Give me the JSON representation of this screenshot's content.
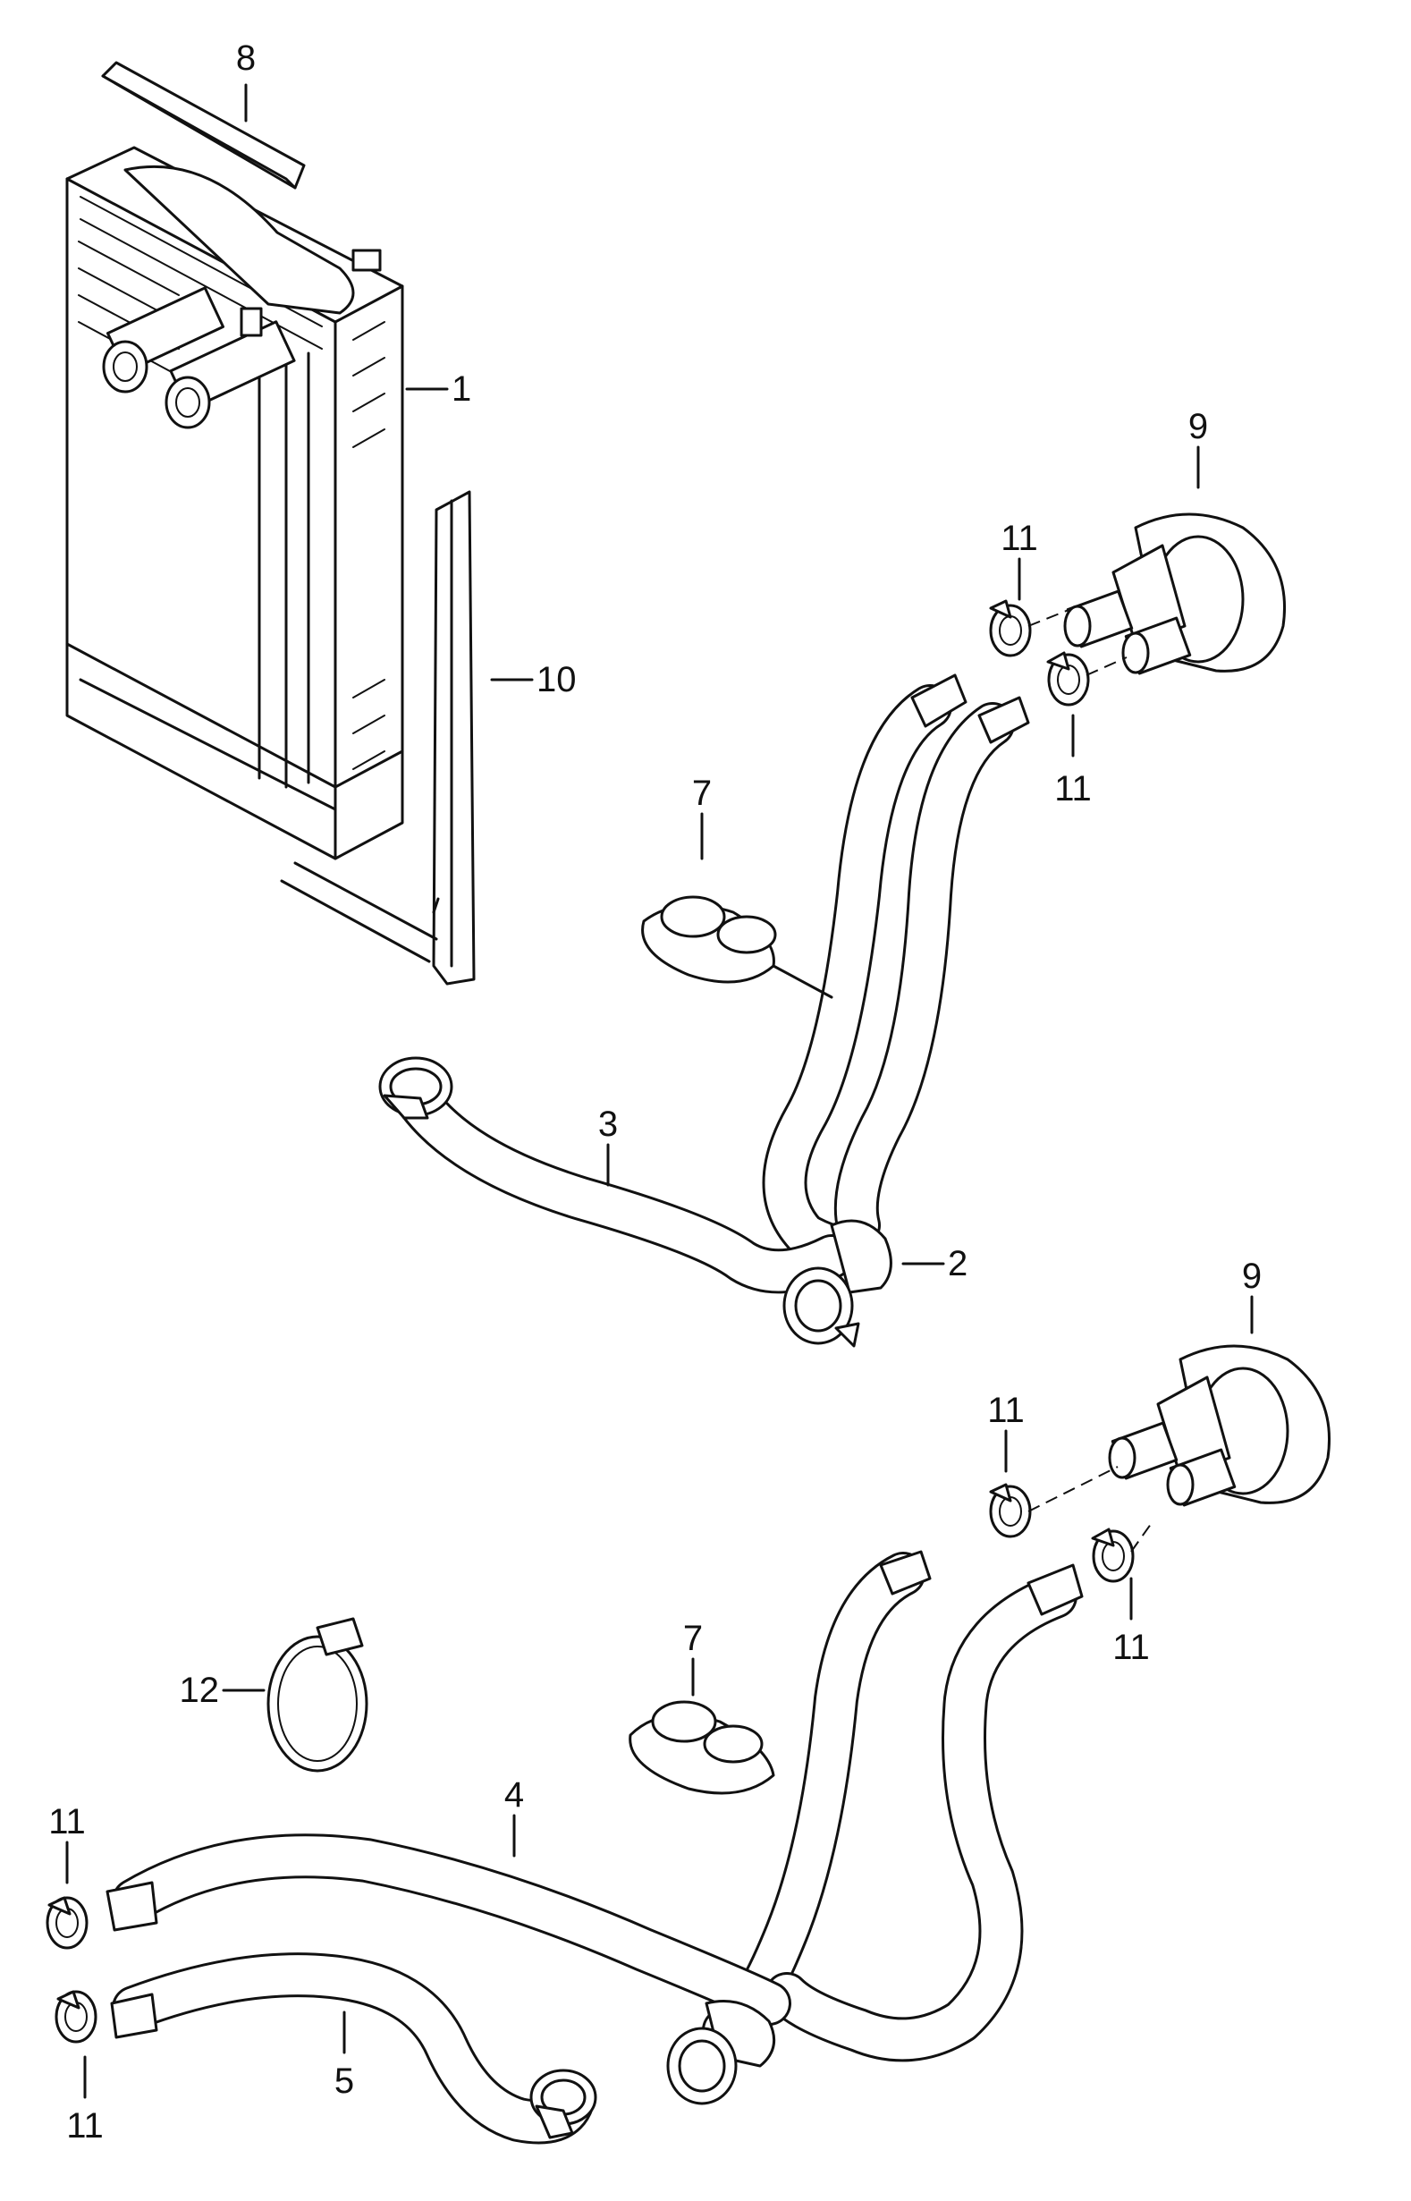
{
  "diagram": {
    "callouts": [
      {
        "id": "c8",
        "text": "8"
      },
      {
        "id": "c1",
        "text": "1"
      },
      {
        "id": "c10",
        "text": "10"
      },
      {
        "id": "c9a",
        "text": "9"
      },
      {
        "id": "c11a",
        "text": "11"
      },
      {
        "id": "c11b",
        "text": "11"
      },
      {
        "id": "c7a",
        "text": "7"
      },
      {
        "id": "c3",
        "text": "3"
      },
      {
        "id": "c2",
        "text": "2"
      },
      {
        "id": "c9b",
        "text": "9"
      },
      {
        "id": "c11c",
        "text": "11"
      },
      {
        "id": "c11d",
        "text": "11"
      },
      {
        "id": "c12",
        "text": "12"
      },
      {
        "id": "c7b",
        "text": "7"
      },
      {
        "id": "c4",
        "text": "4"
      },
      {
        "id": "c11e",
        "text": "11"
      },
      {
        "id": "c5",
        "text": "5"
      },
      {
        "id": "c11f",
        "text": "11"
      }
    ]
  }
}
